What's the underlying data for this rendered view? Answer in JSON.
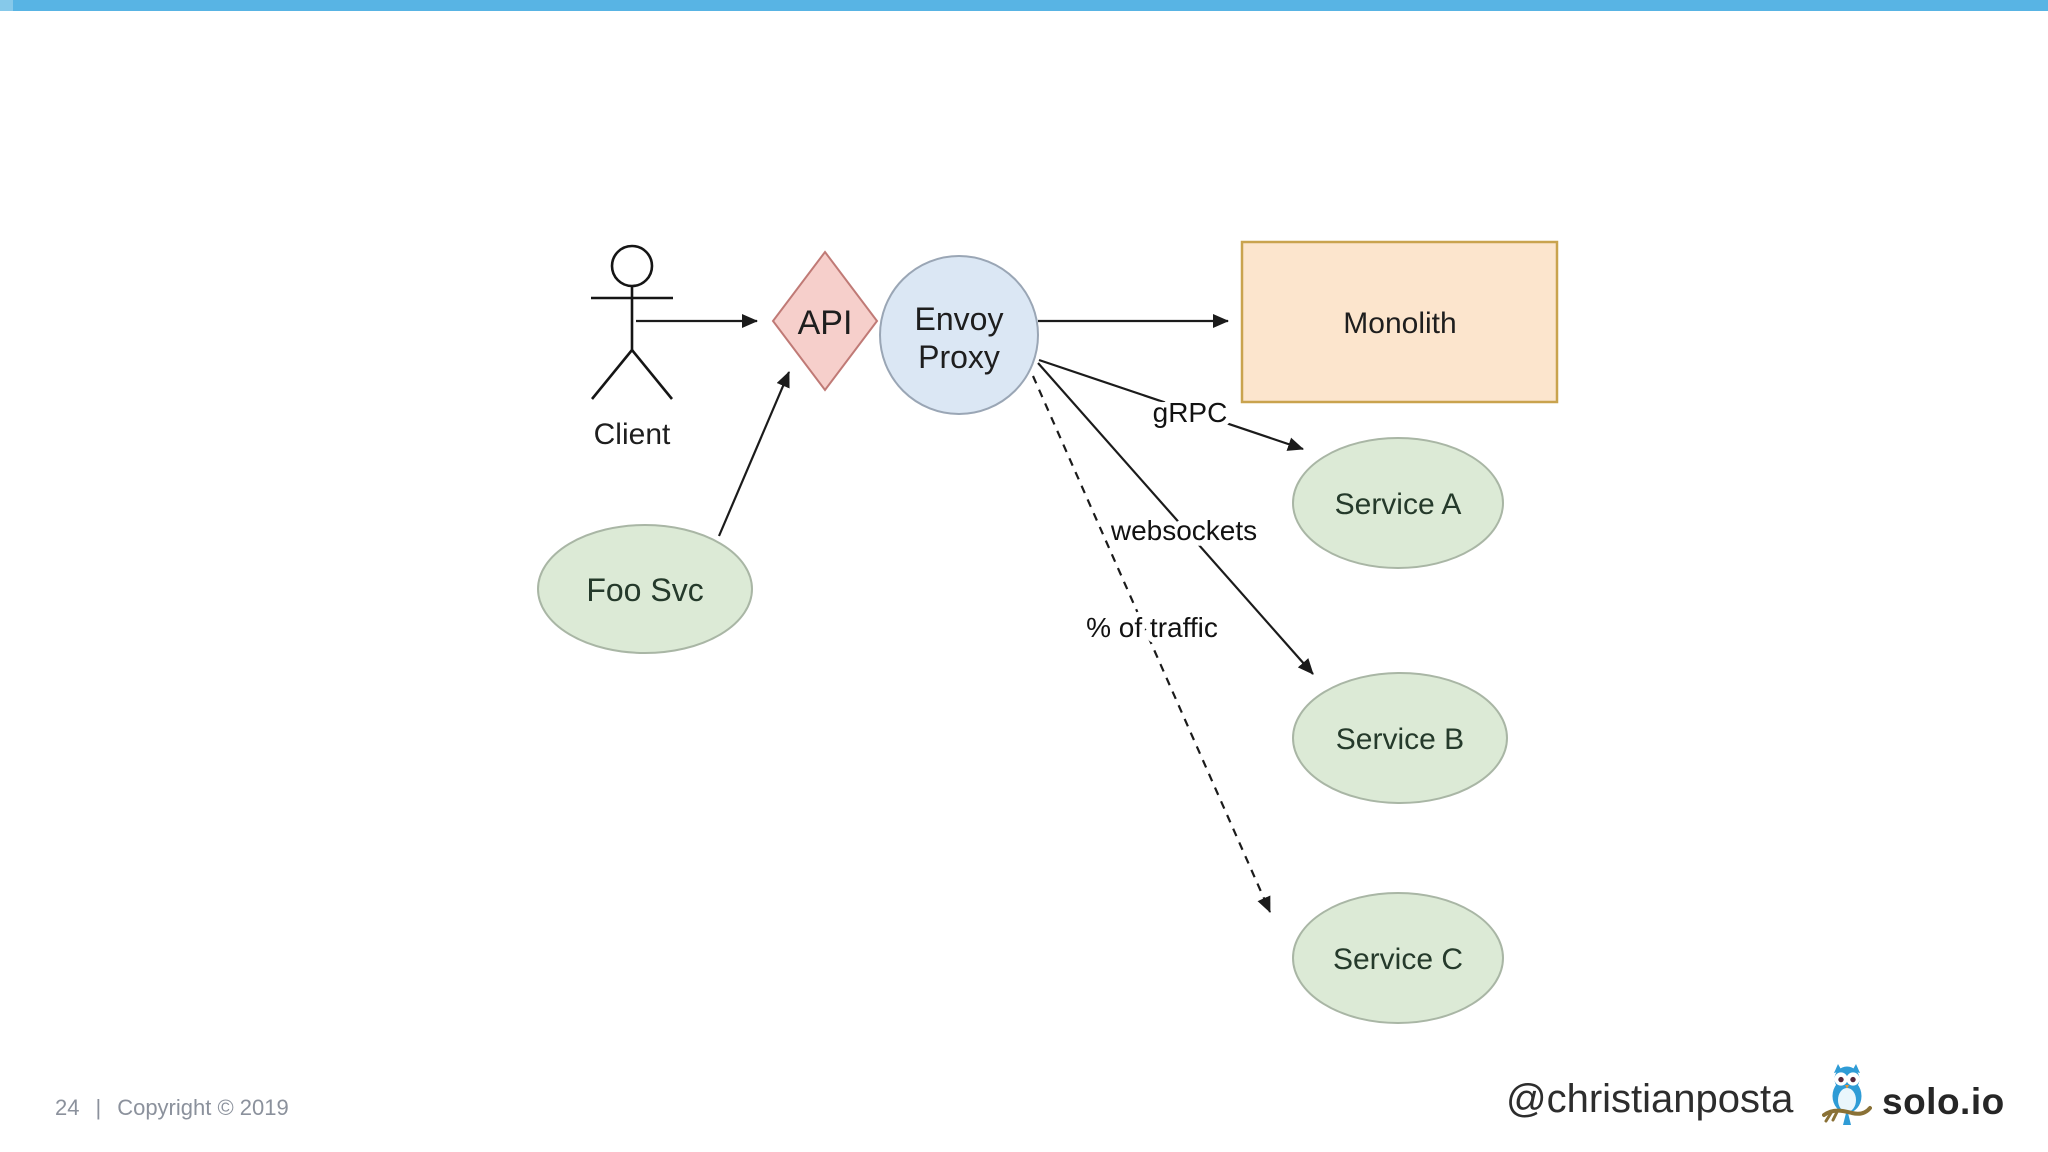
{
  "slide": {
    "accent_bar_color": "#58b4e4",
    "diagram": {
      "nodes": {
        "client": {
          "label": "Client"
        },
        "foo_svc": {
          "label": "Foo Svc",
          "fill": "#dcead6",
          "border": "#a9b6a5"
        },
        "api": {
          "label": "API",
          "fill": "#f6cfcb",
          "border": "#c07a76"
        },
        "envoy": {
          "label_line1": "Envoy",
          "label_line2": "Proxy",
          "fill": "#dbe7f4",
          "border": "#9aa6b5"
        },
        "monolith": {
          "label": "Monolith",
          "fill": "#fce5cd",
          "border": "#c9a34e"
        },
        "service_a": {
          "label": "Service A",
          "fill": "#dcead6",
          "border": "#a9b6a5"
        },
        "service_b": {
          "label": "Service B",
          "fill": "#dcead6",
          "border": "#a9b6a5"
        },
        "service_c": {
          "label": "Service C",
          "fill": "#dcead6",
          "border": "#a9b6a5"
        }
      },
      "edge_labels": {
        "grpc": "gRPC",
        "websockets": "websockets",
        "traffic": "% of traffic"
      }
    },
    "footer": {
      "page_number": "24",
      "separator": "|",
      "copyright_text": "Copyright © 2019",
      "twitter_handle": "@christianposta",
      "brand_name": "solo.io",
      "brand_icon": "owl-logo",
      "text_color": "#8b919c"
    }
  }
}
